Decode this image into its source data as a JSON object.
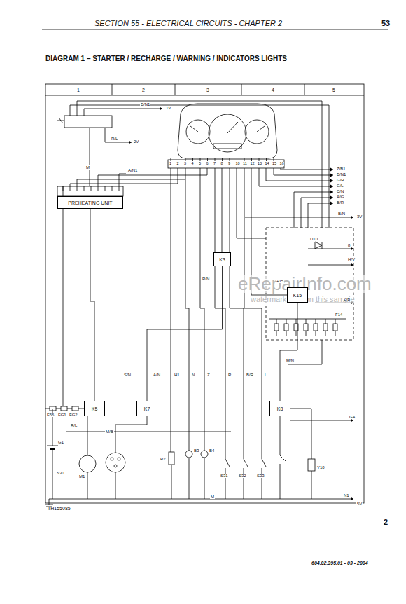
{
  "diagram": {
    "title": "DIAGRAM 1 – STARTER / RECHARGE / WARNING / INDICATORS LIGHTS",
    "nodes": [
      {
        "text": [
          "PREHEATING UNIT"
        ]
      },
      {
        "text": [
          "K3"
        ]
      },
      {
        "text": [
          "K5"
        ]
      },
      {
        "text": [
          "K7"
        ]
      },
      {
        "text": [
          "K8"
        ]
      },
      {
        "text": [
          "K15"
        ]
      }
    ],
    "edges": [
      {
        "from": 0,
        "to": 2,
        "arrow": "none"
      },
      {
        "from": 1,
        "to": 3,
        "arrow": "none"
      },
      {
        "from": 5,
        "to": 4,
        "arrow": "none"
      }
    ],
    "labels": [
      "SECTION 55 - ELECTRICAL CIRCUITS - CHAPTER 2",
      "53",
      "1",
      "2",
      "3",
      "4",
      "5",
      "TH155085",
      "2",
      "604.02.395.01 - 03 - 2004",
      "eRepairInfo.com",
      "watermark only on this sample",
      "1",
      "2",
      "3",
      "4",
      "5",
      "6",
      "7",
      "8",
      "9",
      "10",
      "11",
      "12",
      "13",
      "14",
      "15",
      "16",
      "B/N1",
      "1V",
      "R/L",
      "2V",
      "M",
      "A/N1",
      "Z/B1",
      "B/N1",
      "G/R",
      "G/L",
      "C/N",
      "A/G",
      "B/R",
      "B/N",
      "3V",
      "8",
      "H/V",
      "D10",
      "+15",
      "R/N",
      "Z/B",
      "F14",
      "F56",
      "FG1",
      "FG2",
      "G1",
      "M1",
      "S30",
      "R2",
      "B3",
      "B4",
      "S31",
      "S32",
      "S33",
      "Y10",
      "M/N",
      "G4",
      "S/N",
      "A/N",
      "H1",
      "N",
      "Z",
      "R",
      "B/R",
      "L",
      "M/B",
      "R/L",
      "M",
      "N1",
      "5V"
    ]
  }
}
